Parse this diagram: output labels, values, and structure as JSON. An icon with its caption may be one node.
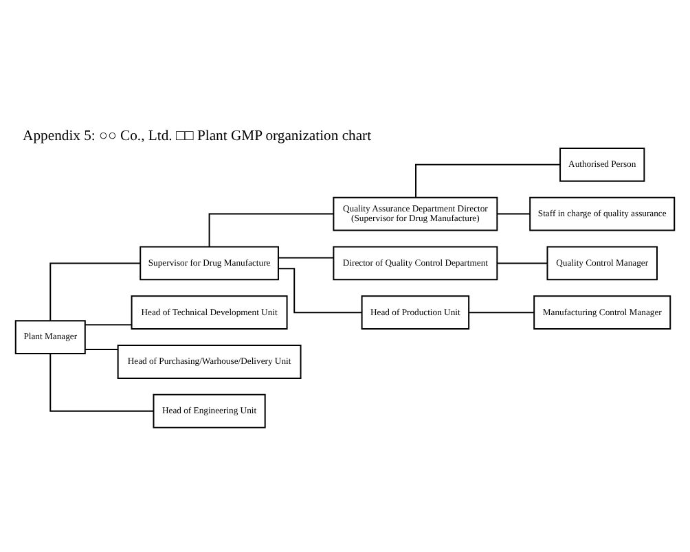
{
  "diagram": {
    "title": "Appendix 5: ○○ Co., Ltd. □□ Plant GMP organization chart",
    "nodes": [
      {
        "text": [
          "Plant Manager"
        ]
      },
      {
        "text": [
          "Supervisor for Drug Manufacture"
        ]
      },
      {
        "text": [
          "Quality Assurance Department Director",
          "(Supervisor for Drug Manufacture)"
        ]
      },
      {
        "text": [
          "Authorised Person"
        ]
      },
      {
        "text": [
          "Staff in charge of quality assurance"
        ]
      },
      {
        "text": [
          "Director of Quality Control Department"
        ]
      },
      {
        "text": [
          "Quality Control Manager"
        ]
      },
      {
        "text": [
          "Head of Production Unit"
        ]
      },
      {
        "text": [
          "Manufacturing Control Manager"
        ]
      },
      {
        "text": [
          "Head of Technical Development Unit"
        ]
      },
      {
        "text": [
          "Head of Purchasing/Warhouse/Delivery Unit"
        ]
      },
      {
        "text": [
          "Head of Engineering Unit"
        ]
      }
    ],
    "edges": [
      {
        "from": 0,
        "to": 1,
        "arrow": "none"
      },
      {
        "from": 0,
        "to": 9,
        "arrow": "none"
      },
      {
        "from": 0,
        "to": 10,
        "arrow": "none"
      },
      {
        "from": 0,
        "to": 11,
        "arrow": "none"
      },
      {
        "from": 1,
        "to": 2,
        "arrow": "none"
      },
      {
        "from": 1,
        "to": 5,
        "arrow": "none"
      },
      {
        "from": 1,
        "to": 7,
        "arrow": "none"
      },
      {
        "from": 2,
        "to": 3,
        "arrow": "none"
      },
      {
        "from": 2,
        "to": 4,
        "arrow": "none"
      },
      {
        "from": 5,
        "to": 6,
        "arrow": "none"
      },
      {
        "from": 7,
        "to": 8,
        "arrow": "none"
      }
    ]
  }
}
